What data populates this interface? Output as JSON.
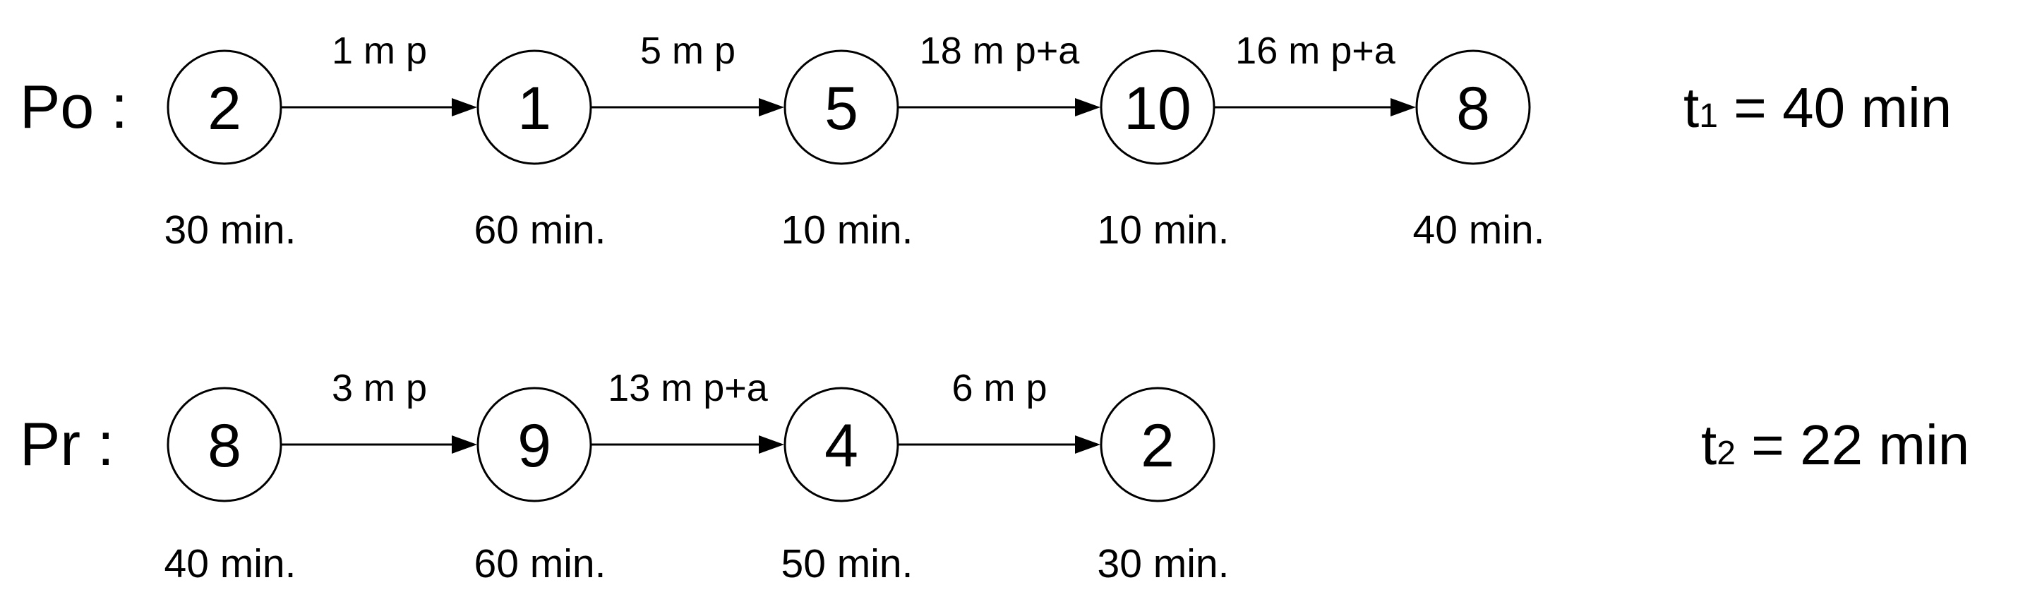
{
  "rows": [
    {
      "label": "Po :",
      "nodes": [
        {
          "label": "2",
          "duration": "30 min."
        },
        {
          "label": "1",
          "duration": "60 min."
        },
        {
          "label": "5",
          "duration": "10 min."
        },
        {
          "label": "10",
          "duration": "10 min."
        },
        {
          "label": "8",
          "duration": "40 min."
        }
      ],
      "edges": [
        "1 m p",
        "5 m p",
        "18 m p+a",
        "16 m p+a"
      ],
      "time": {
        "var": "t",
        "sub": "1",
        "rest": " = 40 min"
      }
    },
    {
      "label": "Pr :",
      "nodes": [
        {
          "label": "8",
          "duration": "40 min."
        },
        {
          "label": "9",
          "duration": "60 min."
        },
        {
          "label": "4",
          "duration": "50 min."
        },
        {
          "label": "2",
          "duration": "30 min."
        }
      ],
      "edges": [
        "3 m p",
        "13 m p+a",
        "6 m p"
      ],
      "time": {
        "var": "t",
        "sub": "2",
        "rest": " = 22 min"
      }
    }
  ]
}
